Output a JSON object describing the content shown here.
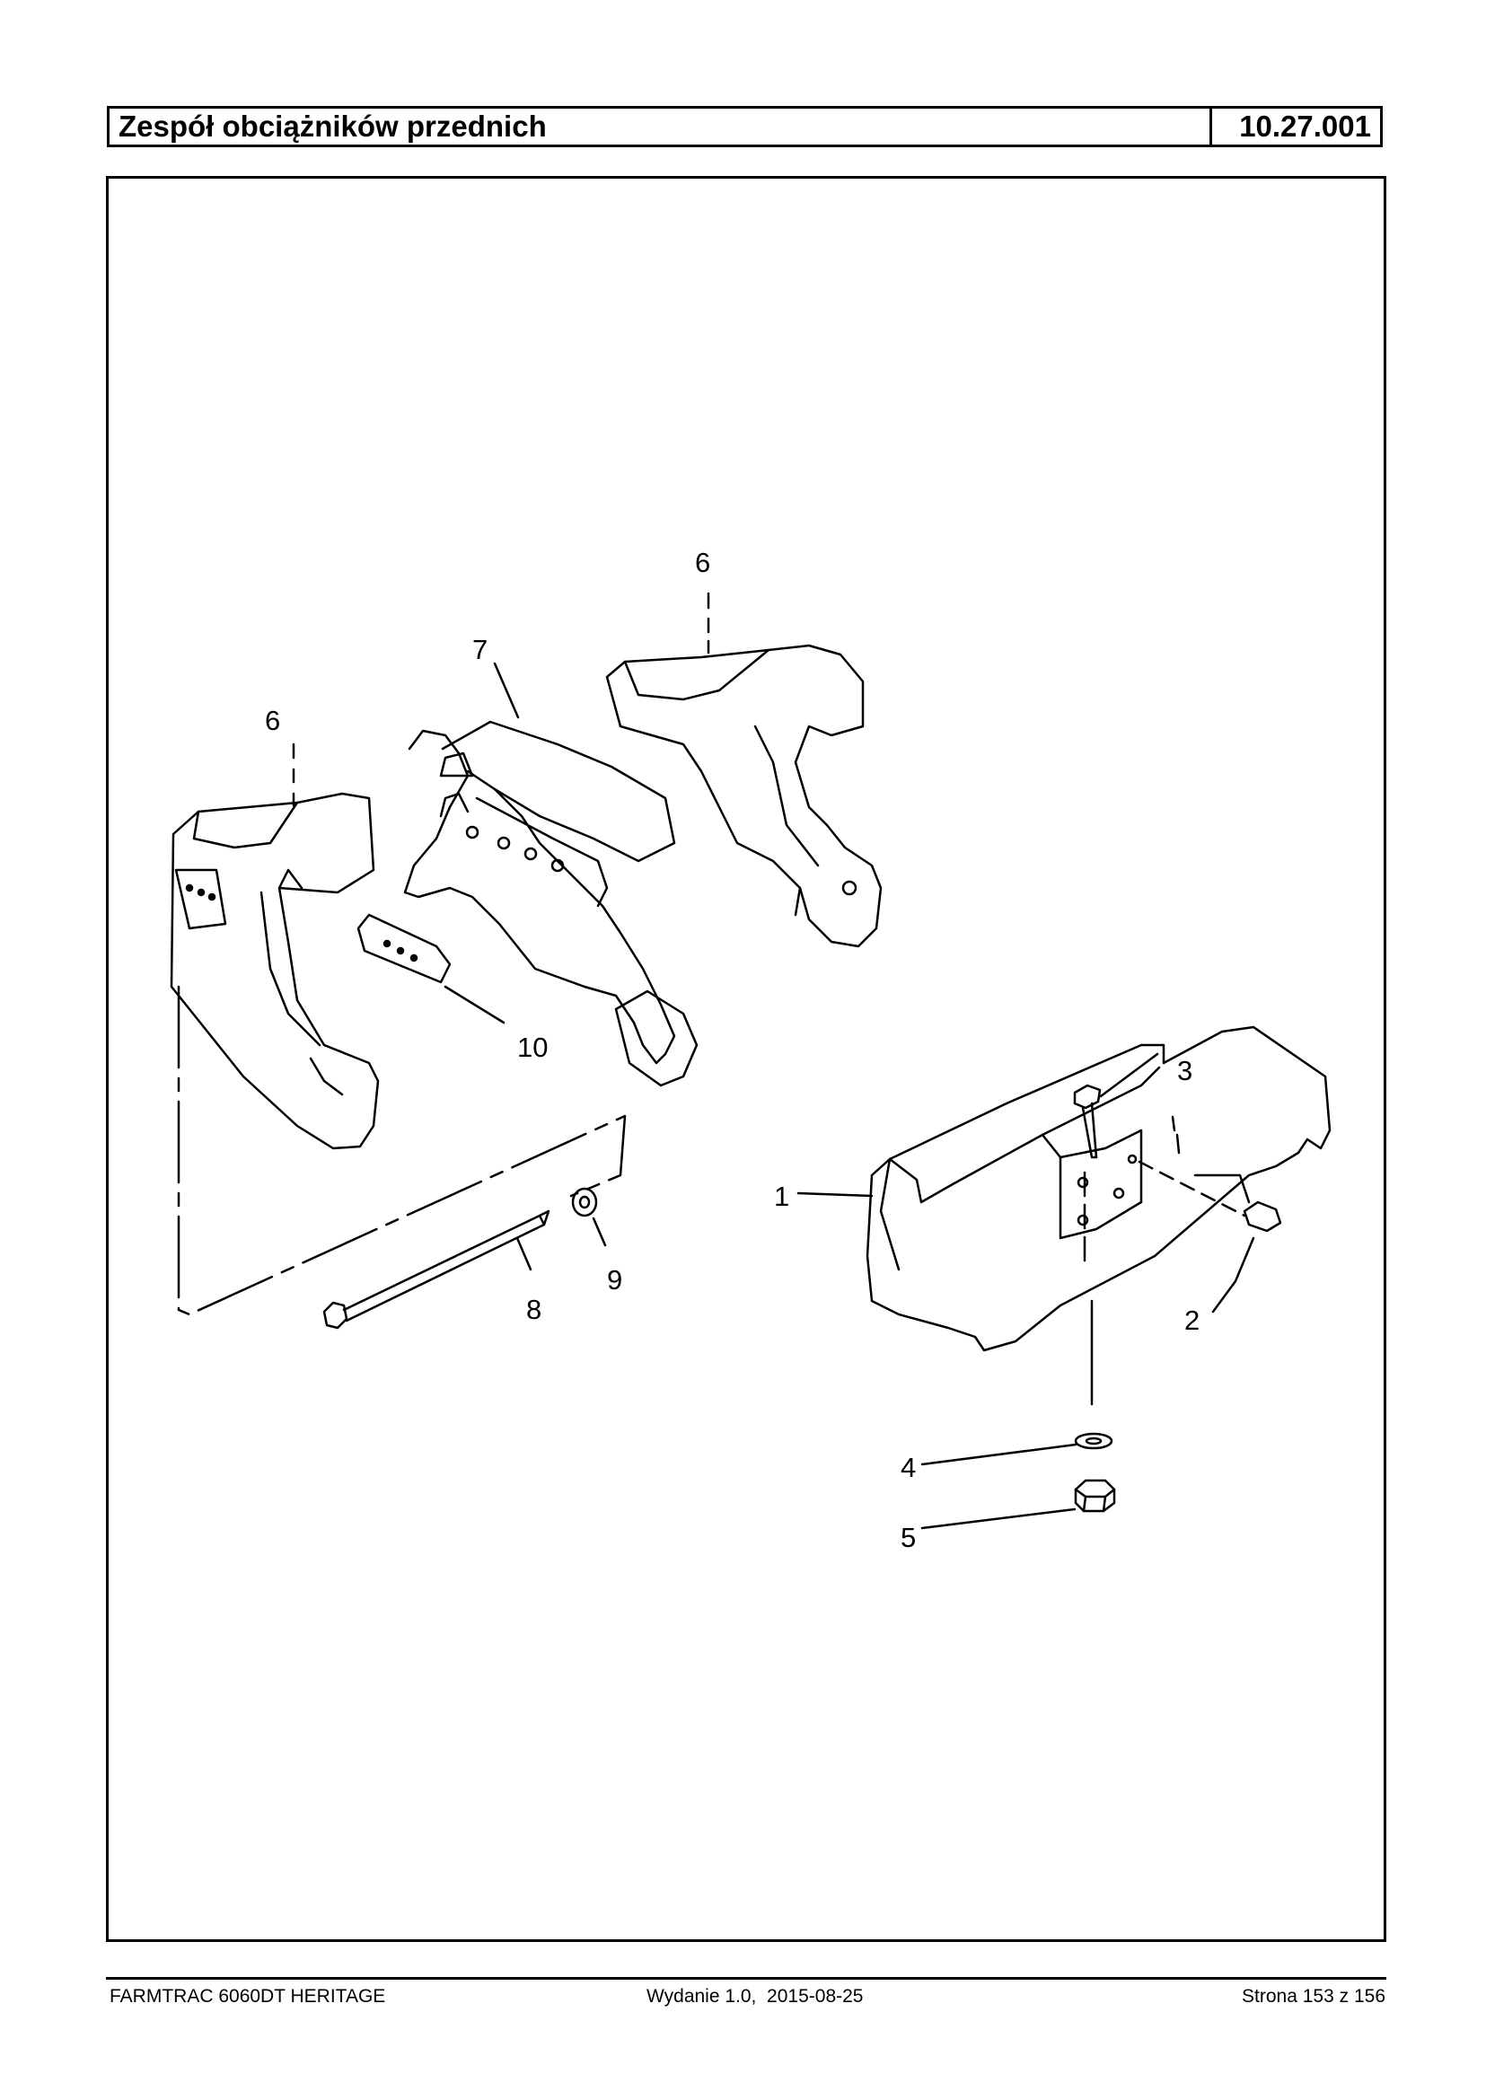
{
  "header": {
    "title": "Zespół obciążników przednich",
    "code": "10.27.001"
  },
  "diagram": {
    "callouts": [
      "1",
      "2",
      "3",
      "4",
      "5",
      "6",
      "6",
      "7",
      "8",
      "9",
      "10"
    ]
  },
  "footer": {
    "left": "FARMTRAC 6060DT HERITAGE",
    "center": "Wydanie 1.0,  2015-08-25",
    "right": "Strona 153 z 156"
  }
}
